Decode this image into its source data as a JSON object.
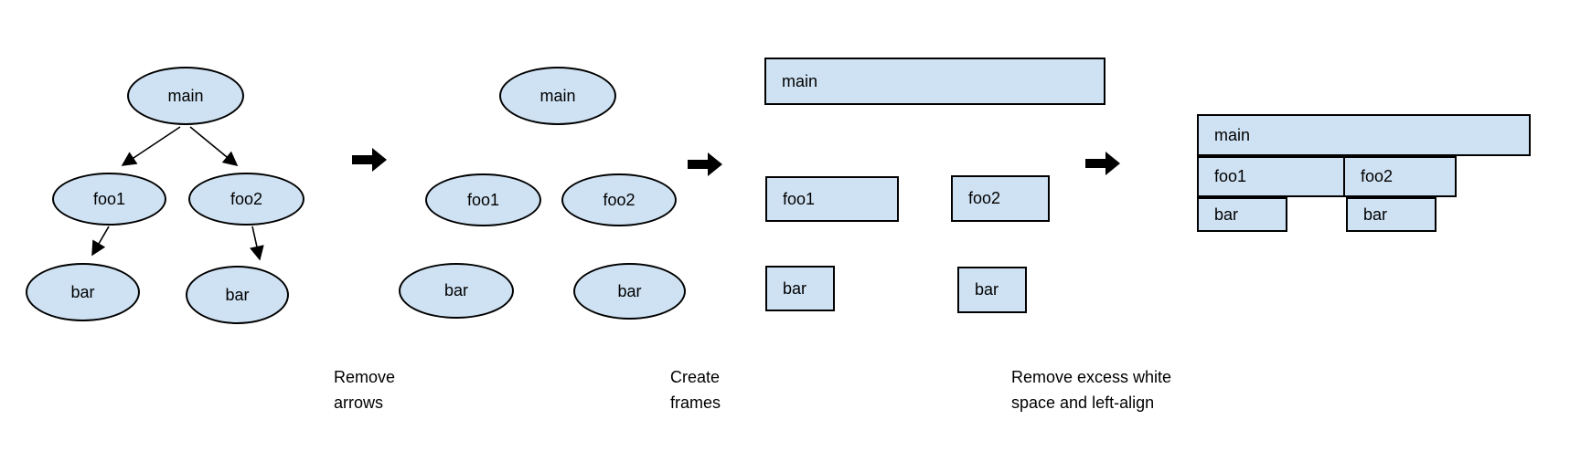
{
  "colors": {
    "node_fill": "#cfe2f3",
    "node_border": "#000000",
    "arrow": "#000000",
    "text": "#000000",
    "background": "#ffffff"
  },
  "panels": {
    "call_tree": {
      "main": "main",
      "foo1": "foo1",
      "foo2": "foo2",
      "bar_left": "bar",
      "bar_right": "bar"
    },
    "arrows_removed": {
      "main": "main",
      "foo1": "foo1",
      "foo2": "foo2",
      "bar_left": "bar",
      "bar_right": "bar"
    },
    "frames": {
      "main": "main",
      "foo1": "foo1",
      "foo2": "foo2",
      "bar_left": "bar",
      "bar_right": "bar"
    },
    "flame_graph": {
      "main": "main",
      "foo1": "foo1",
      "foo2": "foo2",
      "bar_left": "bar",
      "bar_right": "bar"
    }
  },
  "captions": {
    "step1": {
      "line1": "Remove",
      "line2": "arrows"
    },
    "step2": {
      "line1": "Create",
      "line2": "frames"
    },
    "step3": {
      "line1": "Remove excess white",
      "line2": "space and left-align"
    }
  }
}
